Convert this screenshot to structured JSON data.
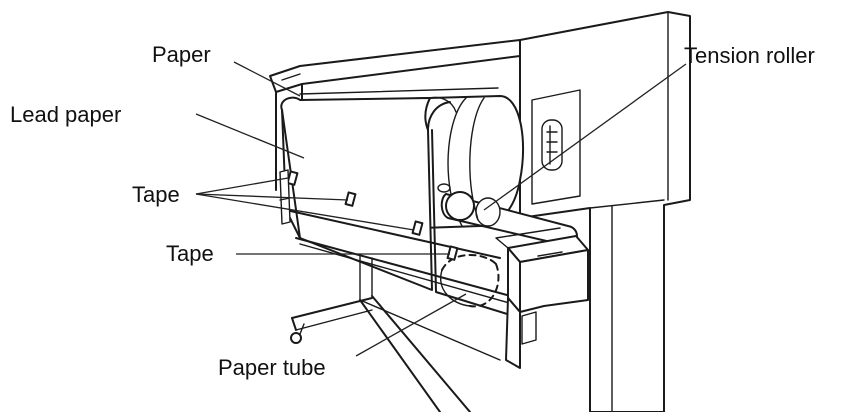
{
  "labels": {
    "paper": "Paper",
    "lead_paper": "Lead paper",
    "tape_group": "Tape",
    "tape_single": "Tape",
    "paper_tube": "Paper tube",
    "tension_roller": "Tension roller"
  },
  "colors": {
    "line": "#1a1a1a",
    "background": "#ffffff"
  }
}
